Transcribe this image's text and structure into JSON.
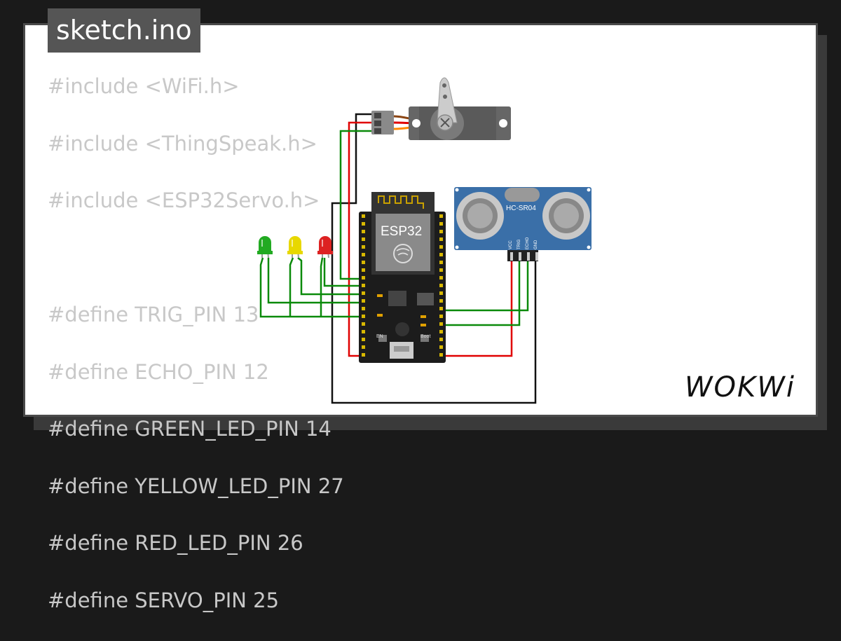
{
  "file_tab": {
    "label": "sketch.ino"
  },
  "code_lines": [
    "#include <WiFi.h>",
    "#include <ThingSpeak.h>",
    "#include <ESP32Servo.h>",
    "",
    "#define TRIG_PIN 13",
    "#define ECHO_PIN 12",
    "#define GREEN_LED_PIN 14",
    "#define YELLOW_LED_PIN 27",
    "#define RED_LED_PIN 26",
    "#define SERVO_PIN 25"
  ],
  "components": {
    "mcu": {
      "label": "ESP32",
      "boot_label": "Boot",
      "en_label": "EN"
    },
    "sensor": {
      "label": "HC-SR04",
      "pins": [
        "VCC",
        "TRIG",
        "ECHO",
        "GND"
      ]
    }
  },
  "leds": [
    {
      "color": "green",
      "hex": "#22aa22"
    },
    {
      "color": "yellow",
      "hex": "#e8d800"
    },
    {
      "color": "red",
      "hex": "#dd2222"
    }
  ],
  "wire_colors": {
    "green": "#0a8a0a",
    "red": "#e00000",
    "black": "#111111",
    "orange": "#ff8800"
  },
  "brand": {
    "logo": "WOKWi"
  }
}
